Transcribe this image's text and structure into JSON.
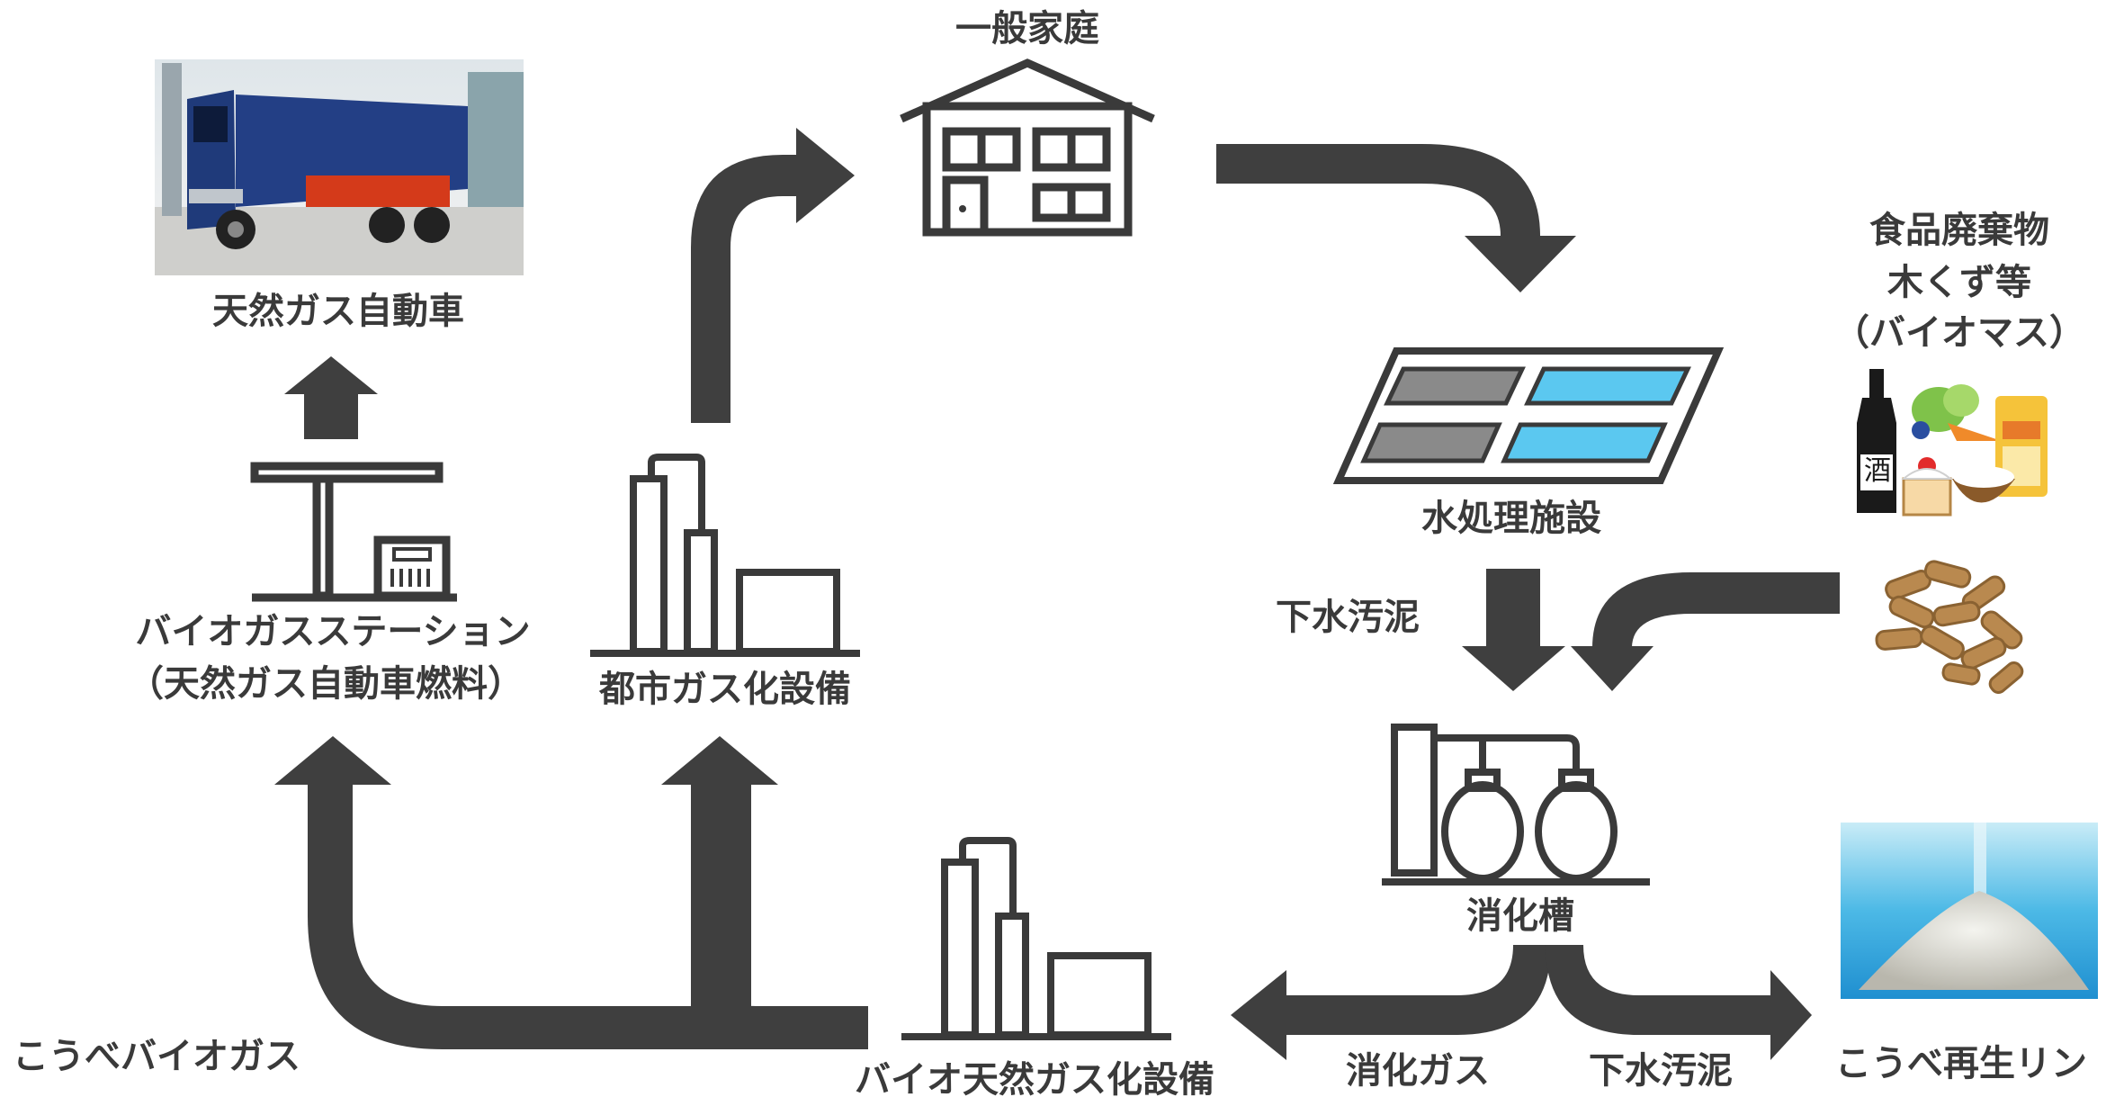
{
  "labels": {
    "household": "一般家庭",
    "vehicle": "天然ガス自動車",
    "water_treatment": "水処理施設",
    "biomass_line1": "食品廃棄物",
    "biomass_line2": "木くず等",
    "biomass_line3": "（バイオマス）",
    "sewage_sludge_top": "下水汚泥",
    "station_line1": "バイオガスステーション",
    "station_line2": "（天然ガス自動車燃料）",
    "city_gas": "都市ガス化設備",
    "digester": "消化槽",
    "biogas": "こうべバイオガス",
    "bio_natural_gas": "バイオ天然ガス化設備",
    "digestion_gas": "消化ガス",
    "sewage_sludge_bottom": "下水汚泥",
    "phosphorus": "こうべ再生リン",
    "sake_label": "酒"
  },
  "colors": {
    "arrow": "#3f3f3f",
    "icon_stroke": "#3a3a3a",
    "pool_water": "#5bc8f0",
    "pool_gray": "#8a8a8a"
  }
}
